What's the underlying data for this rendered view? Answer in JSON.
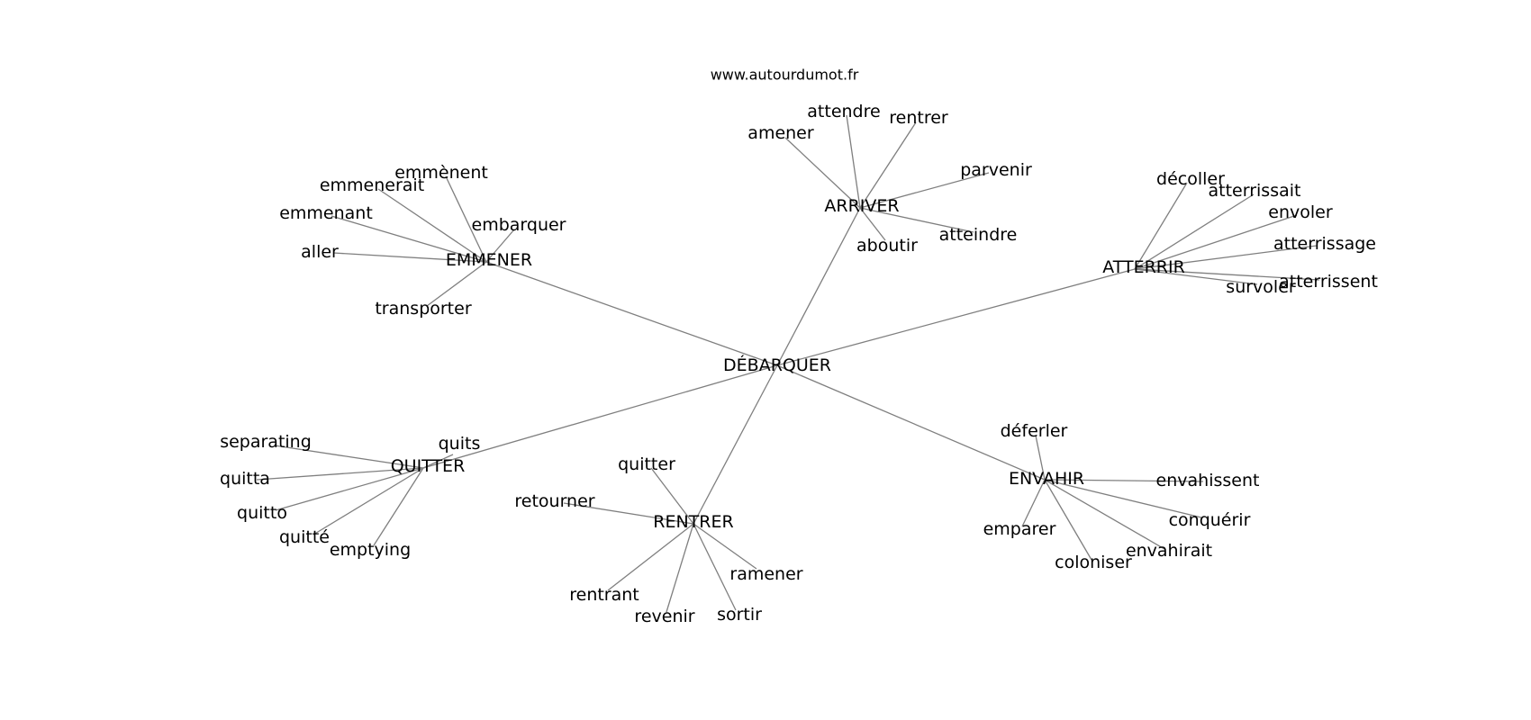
{
  "header": {
    "site": "www.autourdumot.fr"
  },
  "colors": {
    "edge": "#7f7f7f",
    "text": "#000000",
    "background": "#ffffff"
  },
  "graph": {
    "center": "DÉBARQUER",
    "clusters": [
      {
        "hub": "EMMENER",
        "leaves": [
          "emmènent",
          "emmenerait",
          "emmenant",
          "embarquer",
          "aller",
          "transporter"
        ]
      },
      {
        "hub": "ARRIVER",
        "leaves": [
          "attendre",
          "rentrer",
          "amener",
          "parvenir",
          "aboutir",
          "atteindre"
        ]
      },
      {
        "hub": "ATTERRIR",
        "leaves": [
          "décoller",
          "atterrissait",
          "envoler",
          "atterrissage",
          "atterrissent",
          "survoler"
        ]
      },
      {
        "hub": "QUITTER",
        "leaves": [
          "quits",
          "separating",
          "quitta",
          "quitto",
          "quitté",
          "emptying"
        ]
      },
      {
        "hub": "RENTRER",
        "leaves": [
          "quitter",
          "retourner",
          "ramener",
          "rentrant",
          "revenir",
          "sortir"
        ]
      },
      {
        "hub": "ENVAHIR",
        "leaves": [
          "déferler",
          "envahissent",
          "conquérir",
          "emparer",
          "envahirait",
          "coloniser"
        ]
      }
    ]
  }
}
